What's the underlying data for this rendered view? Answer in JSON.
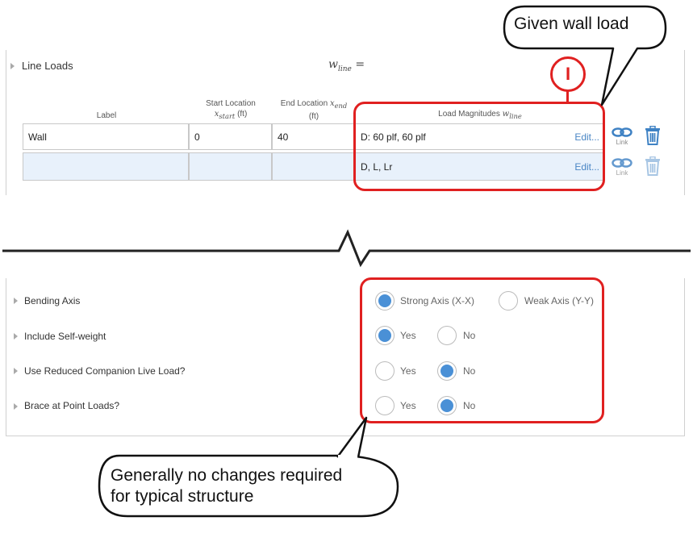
{
  "line_loads": {
    "title": "Line Loads",
    "formula_main": "w",
    "formula_sub": "line",
    "formula_suffix": "=",
    "columns": {
      "label": "Label",
      "start_title": "Start Location",
      "start_var": "x",
      "start_sub": "start",
      "start_unit": "(ft)",
      "end_title": "End Location",
      "end_var": "x",
      "end_sub": "end",
      "end_unit": "(ft)",
      "load_title": "Load Magnitudes",
      "load_var": "w",
      "load_sub": "line"
    },
    "rows": [
      {
        "label": "Wall",
        "start": "0",
        "end": "40",
        "load": "D: 60 plf, 60 plf",
        "edit": "Edit...",
        "link": "Link"
      },
      {
        "label": "",
        "start": "",
        "end": "",
        "load": "D, L, Lr",
        "edit": "Edit...",
        "link": "Link"
      }
    ]
  },
  "options": {
    "bending_axis": {
      "label": "Bending Axis",
      "opt1": "Strong Axis (X-X)",
      "opt2": "Weak Axis (Y-Y)",
      "selected": 1
    },
    "self_weight": {
      "label": "Include Self-weight",
      "opt1": "Yes",
      "opt2": "No",
      "selected": 1
    },
    "reduced_live": {
      "label": "Use Reduced Companion Live Load?",
      "opt1": "Yes",
      "opt2": "No",
      "selected": 2
    },
    "brace_point": {
      "label": "Brace at Point Loads?",
      "opt1": "Yes",
      "opt2": "No",
      "selected": 2
    }
  },
  "annotations": {
    "top_callout": "Given wall load",
    "bottom_callout_line1": "Generally no changes required",
    "bottom_callout_line2": "for typical structure",
    "marker": "I",
    "accent_color": "#e02020"
  }
}
